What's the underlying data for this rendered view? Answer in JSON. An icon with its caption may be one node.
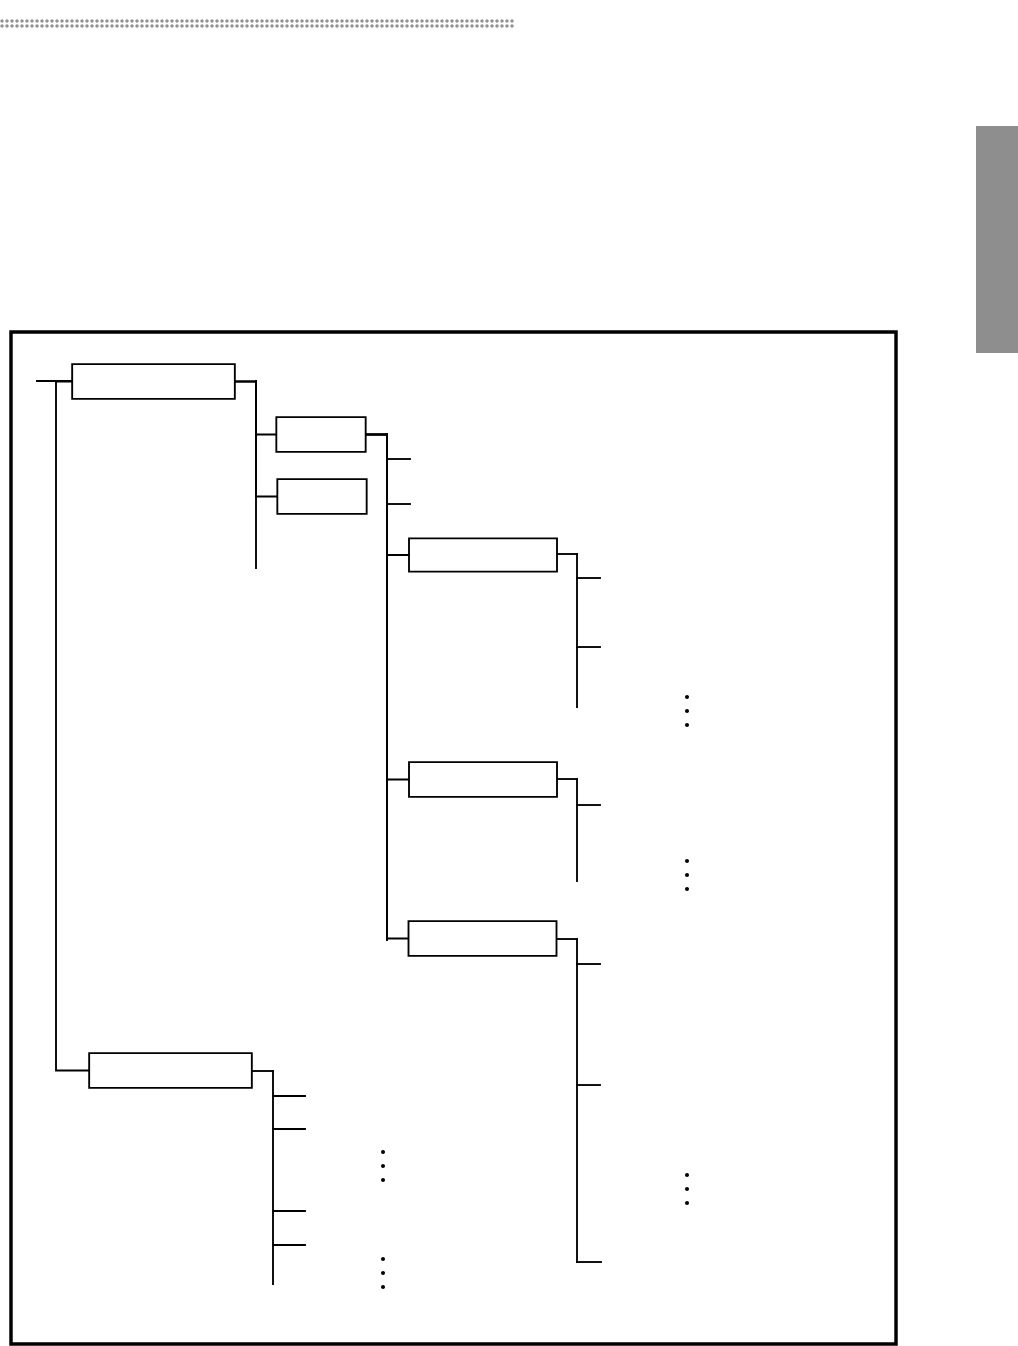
{
  "diagram": {
    "nodes": [
      {
        "text": [],
        "shape": "box"
      },
      {
        "text": [],
        "shape": "box"
      },
      {
        "text": [],
        "shape": "box"
      },
      {
        "text": [],
        "shape": "box"
      },
      {
        "text": [],
        "shape": "box"
      },
      {
        "text": [],
        "shape": "box"
      },
      {
        "text": [],
        "shape": "box"
      }
    ],
    "edges": [
      {
        "from": 0,
        "to": 1,
        "arrow": "none"
      },
      {
        "from": 0,
        "to": 2,
        "arrow": "none"
      },
      {
        "from": 1,
        "to": 3,
        "arrow": "none"
      },
      {
        "from": 1,
        "to": 4,
        "arrow": "none"
      },
      {
        "from": 1,
        "to": 5,
        "arrow": "none"
      },
      {
        "from": 0,
        "to": 6,
        "arrow": "none"
      }
    ]
  }
}
